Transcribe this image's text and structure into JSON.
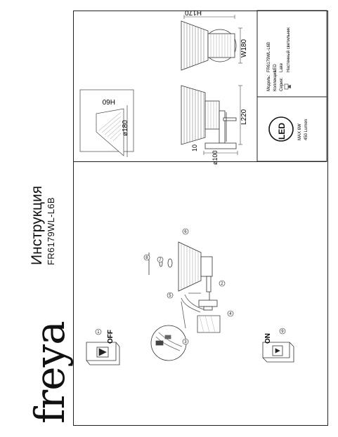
{
  "brand": "freya",
  "title": "Инструкция",
  "model_number": "FR6179WL-L6B",
  "steps": {
    "off_label": "OFF",
    "on_label": "ON",
    "n1": "1",
    "n2": "2",
    "n3": "3",
    "n4": "4",
    "n5": "5",
    "n6": "6",
    "n7": "7",
    "n8": "8",
    "n9": "9"
  },
  "dimensions": {
    "h60": "H60",
    "d180": "ø180",
    "h170": "H170",
    "w180": "W180",
    "l220": "L220",
    "h10": "10",
    "d100": "ø100"
  },
  "spec": {
    "model_label": "Модель:",
    "model_value": "FR6179WL-L6B",
    "collection_label": "Коллекция:",
    "collection_value": "LED",
    "series_label": "Серия:",
    "series_value": "Lake",
    "type_value": "Настенный светильник",
    "led_logo": "LED",
    "max_power": "MAX 6W",
    "lumen": "450 Lumen"
  }
}
